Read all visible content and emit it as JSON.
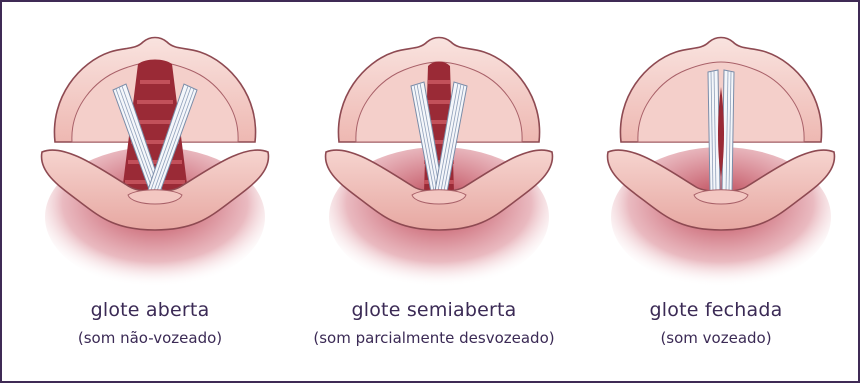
{
  "figures": [
    {
      "title": "glote aberta",
      "subtitle": "(som não-vozeado)",
      "state": "open"
    },
    {
      "title": "glote semiaberta",
      "subtitle": "(som parcialmente desvozeado)",
      "state": "semi-open"
    },
    {
      "title": "glote fechada",
      "subtitle": "(som vozeado)",
      "state": "closed"
    }
  ],
  "colors": {
    "border": "#3f2a55",
    "text": "#3b2a55",
    "tissue_light": "#f6d6d2",
    "tissue_mid": "#eeb8b2",
    "tissue_outline": "#8e4a52",
    "shadow": "#b02a3c",
    "airway_dark": "#9a2a36",
    "airway_stripe": "#c2505a",
    "cord_white": "#f4f6fa",
    "cord_line": "#7a8ca8"
  }
}
